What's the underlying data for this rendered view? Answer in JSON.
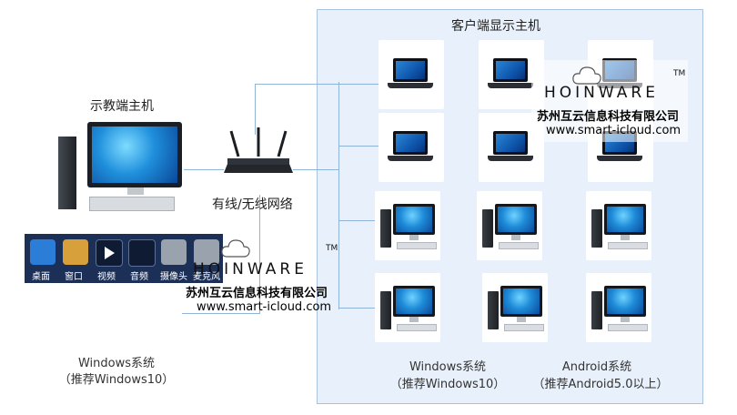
{
  "client_title": "客户端显示主机",
  "teacher_title": "示教端主机",
  "router_label": "有线/无线网络",
  "teacher_os": {
    "line1": "Windows系统",
    "line2": "（推荐Windows10）"
  },
  "client_windows": {
    "line1": "Windows系统",
    "line2": "（推荐Windows10）"
  },
  "client_android": {
    "line1": "Android系统",
    "line2": "（推荐Android5.0以上）"
  },
  "taskbar": [
    "桌面",
    "窗口",
    "视频",
    "音频",
    "摄像头",
    "麦克风"
  ],
  "logo": {
    "brand": "HOINWARE",
    "tm": "TM",
    "company": "苏州互云信息科技有限公司",
    "url": "www.smart-icloud.com"
  },
  "colors": {
    "panel": "#e8f1fb",
    "link": "#8fb4d8",
    "taskbar": "#1c2f57"
  },
  "icons": [
    "laptop-icon",
    "desktop-computer-icon",
    "router-icon",
    "cloud-icon"
  ]
}
